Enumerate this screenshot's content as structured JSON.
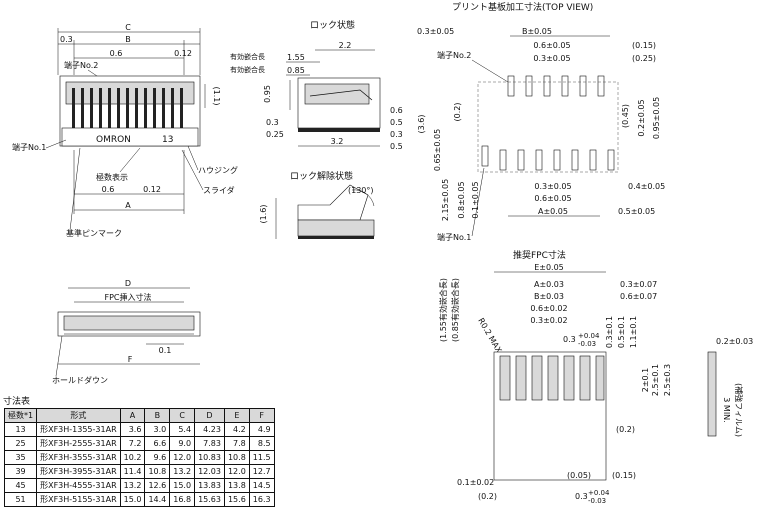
{
  "lock_state_title": "ロック状態",
  "unlock_state_title": "ロック解除状態",
  "pcb_title": "プリント基板加工寸法(TOP VIEW)",
  "fpc_title": "推奨FPC寸法",
  "front": {
    "C": "C",
    "B": "B",
    "A": "A",
    "d03": "0.3",
    "d06": "0.6",
    "d012": "0.12",
    "d11": "(1.1)",
    "pin2": "端子No.2",
    "pin1": "端子No.1",
    "pin13": "13",
    "housing": "ハウジング",
    "slider": "スライダ",
    "pole_mark": "極数表示",
    "ref_pin_mark": "基準ピンマーク",
    "d06b": "0.6",
    "d012b": "0.12",
    "brand": "OMRON"
  },
  "lock": {
    "d22": "2.2",
    "eff_len": "有効嵌合長",
    "eff_len2": "有効嵌合長",
    "d155": "1.55",
    "d085": "0.85",
    "d095": "0.95",
    "d06": "0.6",
    "d05": "0.5",
    "d03": "0.3",
    "d025": "0.25",
    "d03b": "0.3",
    "d05b": "0.5",
    "d32": "3.2"
  },
  "unlock": {
    "angle": "(130°)",
    "d16": "(1.6)"
  },
  "bottom": {
    "D": "D",
    "fpc_insert": "FPC挿入寸法",
    "d01": "0.1",
    "F": "F",
    "hold_down": "ホールドダウン"
  },
  "pcb": {
    "d03": "0.3±0.05",
    "B": "B±0.05",
    "d06": "0.6±0.05",
    "d03b": "0.3±0.05",
    "d015": "(0.15)",
    "d025": "(0.25)",
    "pin2": "端子No.2",
    "pin1": "端子No.1",
    "d02": "(0.2)",
    "d36": "(3.6)",
    "d065": "0.65±0.05",
    "d045": "(0.45)",
    "d02b": "0.2±0.05",
    "d095": "0.95±0.05",
    "d215": "2.15±0.05",
    "d08": "0.8±0.05",
    "d01": "0.1±0.05",
    "d03c": "0.3±0.05",
    "d06b": "0.6±0.05",
    "A": "A±0.05",
    "d04": "0.4±0.05",
    "d05": "0.5±0.05"
  },
  "fpc": {
    "E": "E±0.05",
    "A": "A±0.03",
    "B": "B±0.03",
    "d06": "0.6±0.02",
    "d03": "0.3±0.02",
    "d03tol": "0.3",
    "d03tol_sup": "+0.04",
    "d03tol_sub": "-0.03",
    "r03": "0.3±0.07",
    "r06": "0.6±0.07",
    "r02": "0.2±0.03",
    "d03v": "0.3±0.1",
    "d05v": "0.5±0.1",
    "d11v": "1.1±0.1",
    "d2v": "2±0.1",
    "d25v": "2.5±0.1",
    "d25b": "2.5±0.3",
    "min3": "3 MIN.",
    "reinf": "(補強フィルム)",
    "eff1": "(1.55有効嵌合長)",
    "eff2": "(0.85有効嵌合長)",
    "rmax": "R0.2 MAX.",
    "d02": "(0.2)",
    "d005": "(0.05)",
    "d015": "(0.15)",
    "d01": "0.1±0.02",
    "d02b": "(0.2)",
    "d03b": "0.3",
    "d03b_sup": "+0.04",
    "d03b_sub": "-0.03"
  },
  "table": {
    "caption": "寸法表",
    "headers": [
      "極数*1",
      "形式",
      "A",
      "B",
      "C",
      "D",
      "E",
      "F"
    ],
    "rows": [
      [
        "13",
        "形XF3H-1355-31AR",
        "3.6",
        "3.0",
        "5.4",
        "4.23",
        "4.2",
        "4.9"
      ],
      [
        "25",
        "形XF3H-2555-31AR",
        "7.2",
        "6.6",
        "9.0",
        "7.83",
        "7.8",
        "8.5"
      ],
      [
        "35",
        "形XF3H-3555-31AR",
        "10.2",
        "9.6",
        "12.0",
        "10.83",
        "10.8",
        "11.5"
      ],
      [
        "39",
        "形XF3H-3955-31AR",
        "11.4",
        "10.8",
        "13.2",
        "12.03",
        "12.0",
        "12.7"
      ],
      [
        "45",
        "形XF3H-4555-31AR",
        "13.2",
        "12.6",
        "15.0",
        "13.83",
        "13.8",
        "14.5"
      ],
      [
        "51",
        "形XF3H-5155-31AR",
        "15.0",
        "14.4",
        "16.8",
        "15.63",
        "15.6",
        "16.3"
      ]
    ]
  }
}
